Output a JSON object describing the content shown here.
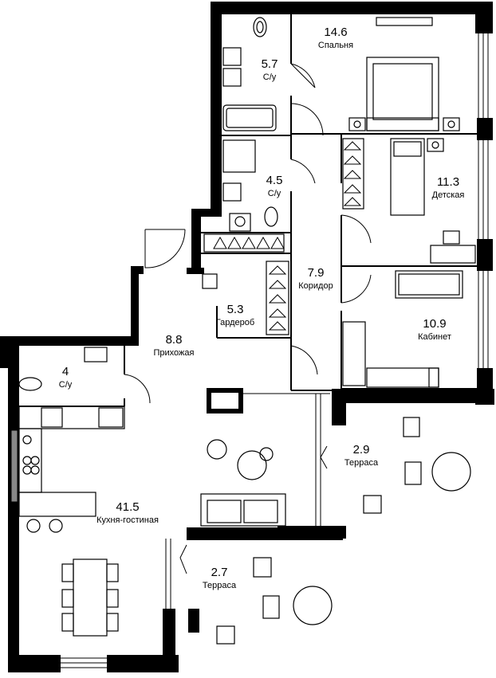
{
  "plan": {
    "rooms": [
      {
        "id": "bathroom-1",
        "area": "5.7",
        "name": "С/у"
      },
      {
        "id": "bedroom",
        "area": "14.6",
        "name": "Спальня"
      },
      {
        "id": "bathroom-2",
        "area": "4.5",
        "name": "С/у"
      },
      {
        "id": "kids-room",
        "area": "11.3",
        "name": "Детская"
      },
      {
        "id": "corridor",
        "area": "7.9",
        "name": "Коридор"
      },
      {
        "id": "wardrobe",
        "area": "5.3",
        "name": "Гардероб"
      },
      {
        "id": "office",
        "area": "10.9",
        "name": "Кабинет"
      },
      {
        "id": "hallway",
        "area": "8.8",
        "name": "Прихожая"
      },
      {
        "id": "bathroom-3",
        "area": "4",
        "name": "С/у"
      },
      {
        "id": "terrace-1",
        "area": "2.9",
        "name": "Терраса"
      },
      {
        "id": "kitchen-living",
        "area": "41.5",
        "name": "Кухня-гостиная"
      },
      {
        "id": "terrace-2",
        "area": "2.7",
        "name": "Терраса"
      }
    ],
    "colors": {
      "wall": "#000000",
      "line": "#000000",
      "background": "#ffffff"
    }
  }
}
